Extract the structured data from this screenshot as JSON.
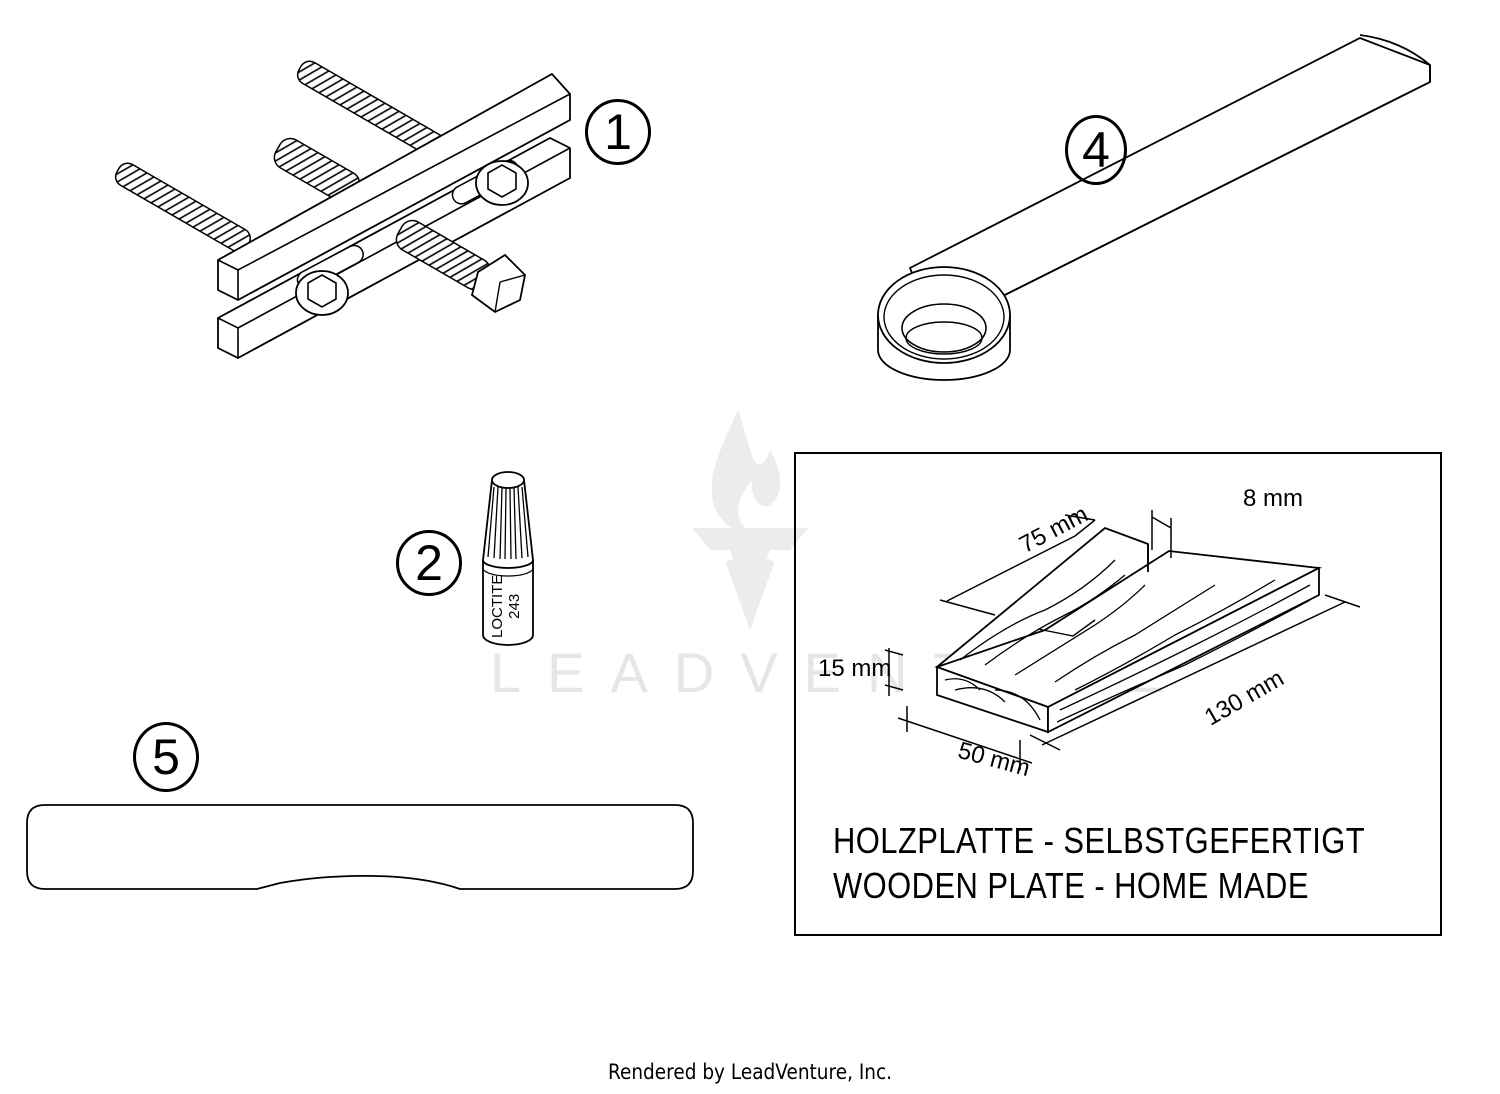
{
  "watermark": {
    "text": "LEADVENTURE",
    "logo_icon": "flame-v-logo-icon",
    "color": "#e6e6e6"
  },
  "parts": [
    {
      "number": "1",
      "name": "puller-tool",
      "description": "Two-bar puller with threaded bolts"
    },
    {
      "number": "2",
      "name": "loctite-bottle",
      "label_line1": "LOCTITE",
      "label_line2": "243"
    },
    {
      "number": "4",
      "name": "holding-wrench",
      "description": "Ring-end holding tool"
    },
    {
      "number": "5",
      "name": "flat-plate",
      "description": "Flat plate with curved cutout"
    }
  ],
  "wooden_plate": {
    "dimensions": {
      "length_top": "75 mm",
      "slot": "8 mm",
      "thickness": "15 mm",
      "width": "50 mm",
      "length_total": "130 mm"
    },
    "caption_de": "HOLZPLATTE - SELBSTGEFERTIGT",
    "caption_en": "WOODEN PLATE - HOME MADE"
  },
  "footer": {
    "text": "Rendered by LeadVenture, Inc."
  },
  "colors": {
    "line": "#000000",
    "background": "#ffffff",
    "watermark": "#e6e6e6"
  }
}
